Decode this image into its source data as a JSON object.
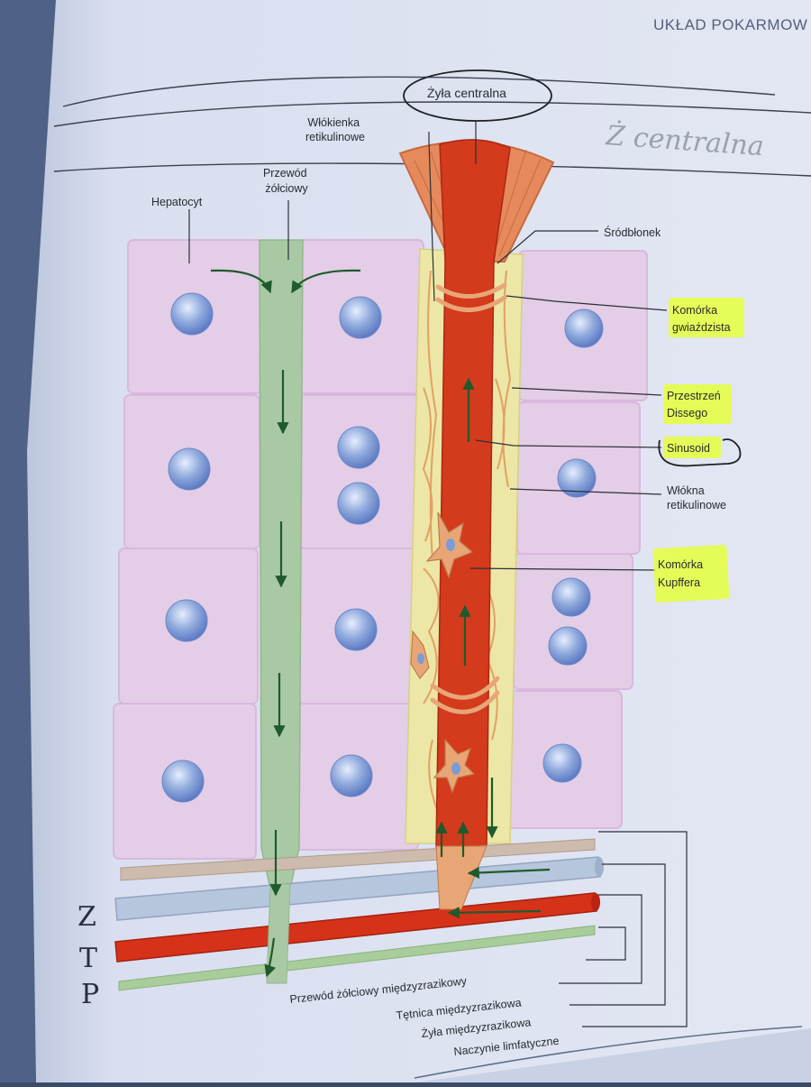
{
  "header": {
    "running_title": "UKŁAD POKARMOW"
  },
  "handwriting": {
    "top_right": "Ż centralna",
    "left_letters": [
      "Z",
      "T",
      "P"
    ]
  },
  "labels": {
    "central_vein": "Żyła centralna",
    "reticular_fibril": [
      "Włókienka",
      "retikulinowe"
    ],
    "bile_duct": [
      "Przewód",
      "żółciowy"
    ],
    "hepatocyte": "Hepatocyt",
    "endothelium": "Śródbłonek",
    "stellate_cell": [
      "Komórka",
      "gwiaździsta"
    ],
    "space_of_disse": [
      "Przestrzeń",
      "Dissego"
    ],
    "sinusoid": "Sinusoid",
    "reticular_fibers": [
      "Włókna",
      "retikulinowe"
    ],
    "kupffer_cell": [
      "Komórka",
      "Kupffera"
    ],
    "interlobular_bile_duct": "Przewód żółciowy międzyzrazikowy",
    "interlobular_artery": "Tętnica międzyzrazikowa",
    "interlobular_vein": "Żyła międzyzrazikowa",
    "lymphatic_vessel": "Naczynie limfatyczne"
  },
  "colors": {
    "page": "#dde3ef",
    "hepatocyte": "#e4cde6",
    "nucleus": "#7c9cd6",
    "bile_canaliculus": "#a9c9a4",
    "sinusoid_blood": "#d43a1c",
    "space_of_disse": "#ece7a6",
    "reticular_fiber": "#e3a064",
    "vein": "#b6c6dc",
    "artery": "#d6321a",
    "lymph": "#a8cc9a",
    "highlighter": "#e6ff3c",
    "arrow": "#1f5a2c"
  }
}
